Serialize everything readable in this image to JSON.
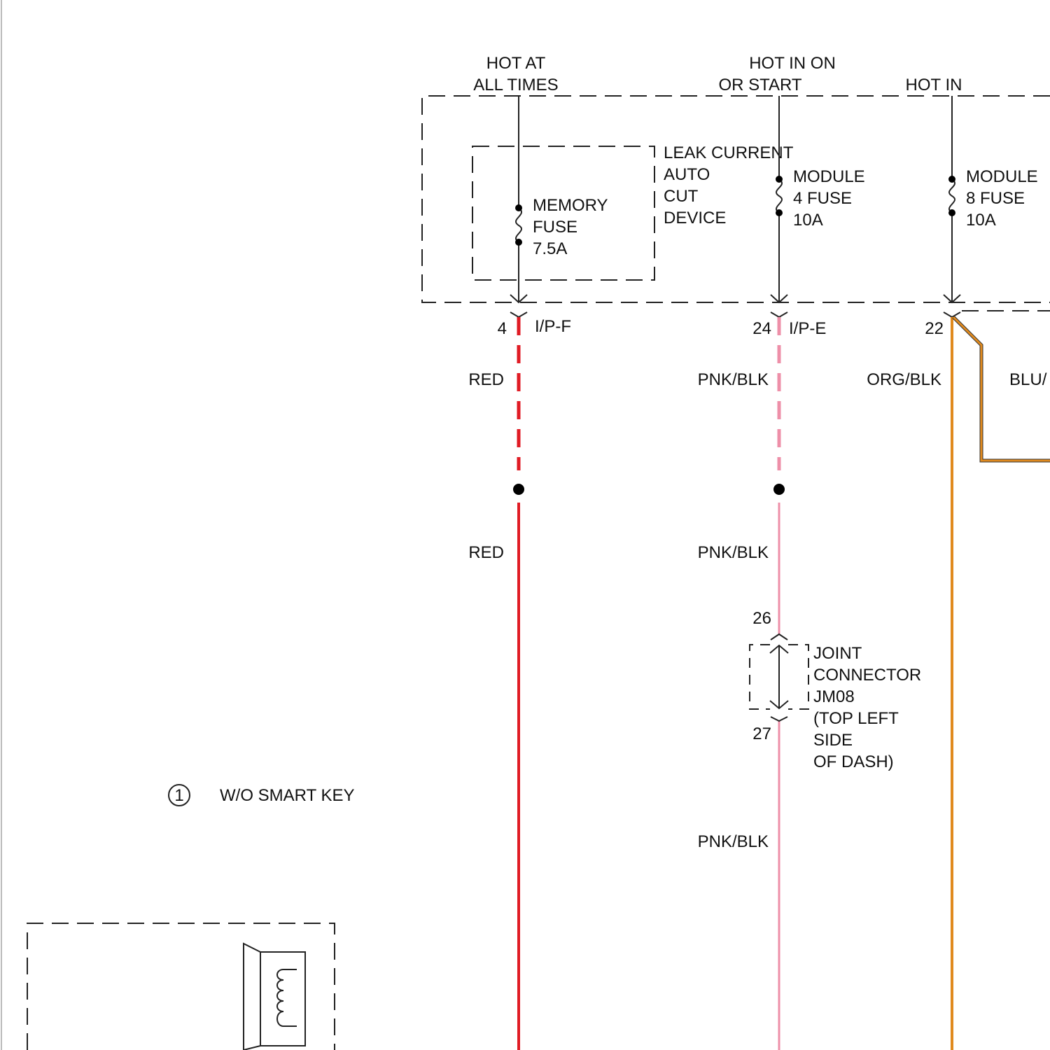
{
  "feeds": {
    "memory": [
      "HOT AT",
      "ALL TIMES"
    ],
    "module4": [
      "HOT IN ON",
      "OR START"
    ],
    "module8": [
      "HOT IN"
    ]
  },
  "leak_device": [
    "LEAK CURRENT",
    "AUTO",
    "CUT",
    "DEVICE"
  ],
  "fuses": {
    "memory": [
      "MEMORY",
      "FUSE",
      "7.5A"
    ],
    "module4": [
      "MODULE",
      "4 FUSE",
      "10A"
    ],
    "module8": [
      "MODULE",
      "8 FUSE",
      "10A"
    ]
  },
  "connectors": {
    "pin_4": "4",
    "ipf": "I/P-F",
    "pin_24": "24",
    "ipe": "I/P-E",
    "pin_22": "22",
    "pin_26": "26",
    "pin_27": "27"
  },
  "wires": {
    "red_upper": "RED",
    "red_lower": "RED",
    "pnk_upper": "PNK/BLK",
    "pnk_mid": "PNK/BLK",
    "pnk_lower": "PNK/BLK",
    "org": "ORG/BLK",
    "blu": "BLU/"
  },
  "joint_connector": [
    "JOINT",
    "CONNECTOR",
    "JM08",
    "(TOP LEFT",
    "SIDE",
    "OF DASH)"
  ],
  "note": {
    "number": "1",
    "text": "W/O SMART KEY"
  },
  "colors": {
    "red": "#e01b24",
    "pink": "#ee8fa8",
    "orange": "#e08a1e"
  }
}
